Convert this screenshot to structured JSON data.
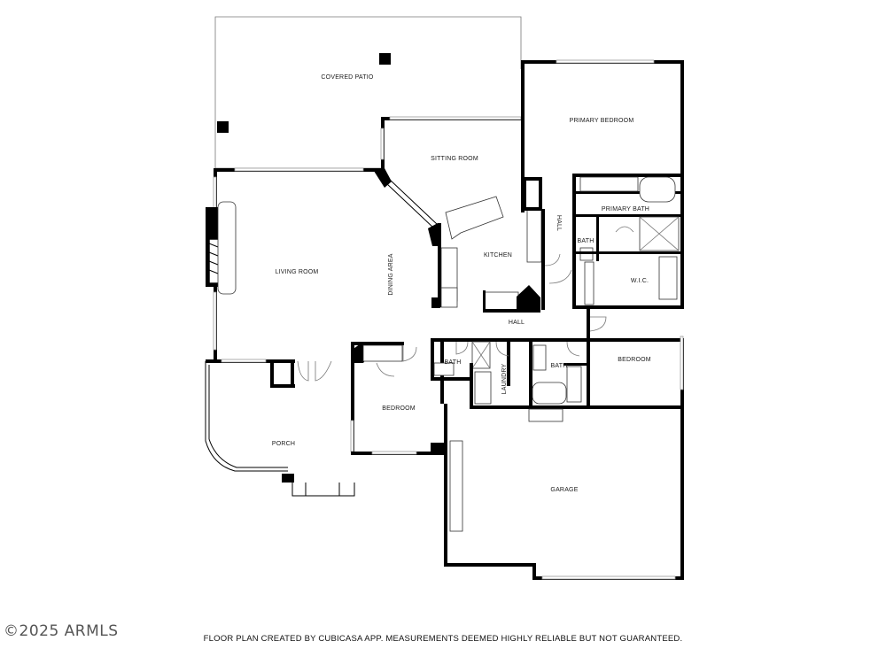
{
  "rooms": {
    "covered_patio": "COVERED PATIO",
    "primary_bedroom": "PRIMARY BEDROOM",
    "sitting_room": "SITTING ROOM",
    "primary_bath": "PRIMARY BATH",
    "hall_upper": "HALL",
    "bath_small": "BATH",
    "living_room": "LIVING ROOM",
    "dining_area": "DINING AREA",
    "kitchen": "KITCHEN",
    "wic": "W.I.C.",
    "hall_lower": "HALL",
    "bedroom_right": "BEDROOM",
    "bath_center": "BATH",
    "laundry": "LAUNDRY",
    "bath_right": "BATH",
    "bedroom_center": "BEDROOM",
    "porch": "PORCH",
    "garage": "GARAGE"
  },
  "footer": {
    "disclaimer": "FLOOR PLAN CREATED BY CUBICASA APP. MEASUREMENTS DEEMED HIGHLY RELIABLE BUT NOT GUARANTEED.",
    "copyright": "©2025 ARMLS"
  }
}
